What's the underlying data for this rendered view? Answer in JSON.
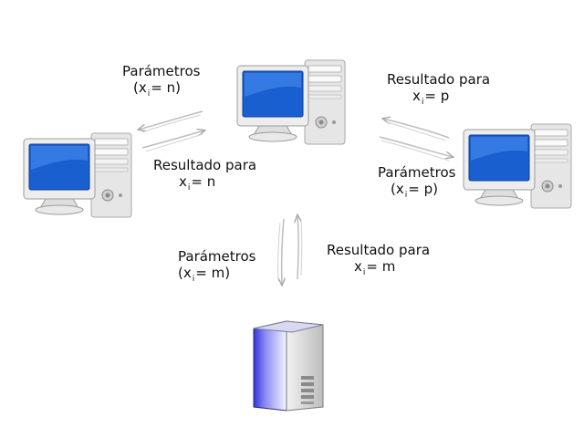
{
  "labels": {
    "top_params": {
      "line1": "Parámetros",
      "pre": "(x",
      "sub": "i",
      "post": "= n)"
    },
    "top_result": {
      "line1": "Resultado para",
      "pre": "x",
      "sub": "i",
      "post": "= n"
    },
    "right_result": {
      "line1": "Resultado para",
      "pre": "x",
      "sub": "i",
      "post": "= p"
    },
    "right_params": {
      "line1": "Parámetros",
      "pre": "(x",
      "sub": "i",
      "post": "= p)"
    },
    "bottom_params": {
      "line1": "Parámetros",
      "pre": "(x",
      "sub": "i",
      "post": "= m)"
    },
    "bottom_result": {
      "line1": "Resultado para",
      "pre": "x",
      "sub": "i",
      "post": "= m"
    }
  },
  "colors": {
    "screen_blue": "#1a5fd0",
    "case_gray": "#e4e4e4",
    "arrow_gray": "#b5b5b5",
    "server_purple": "#5a5ae6"
  }
}
